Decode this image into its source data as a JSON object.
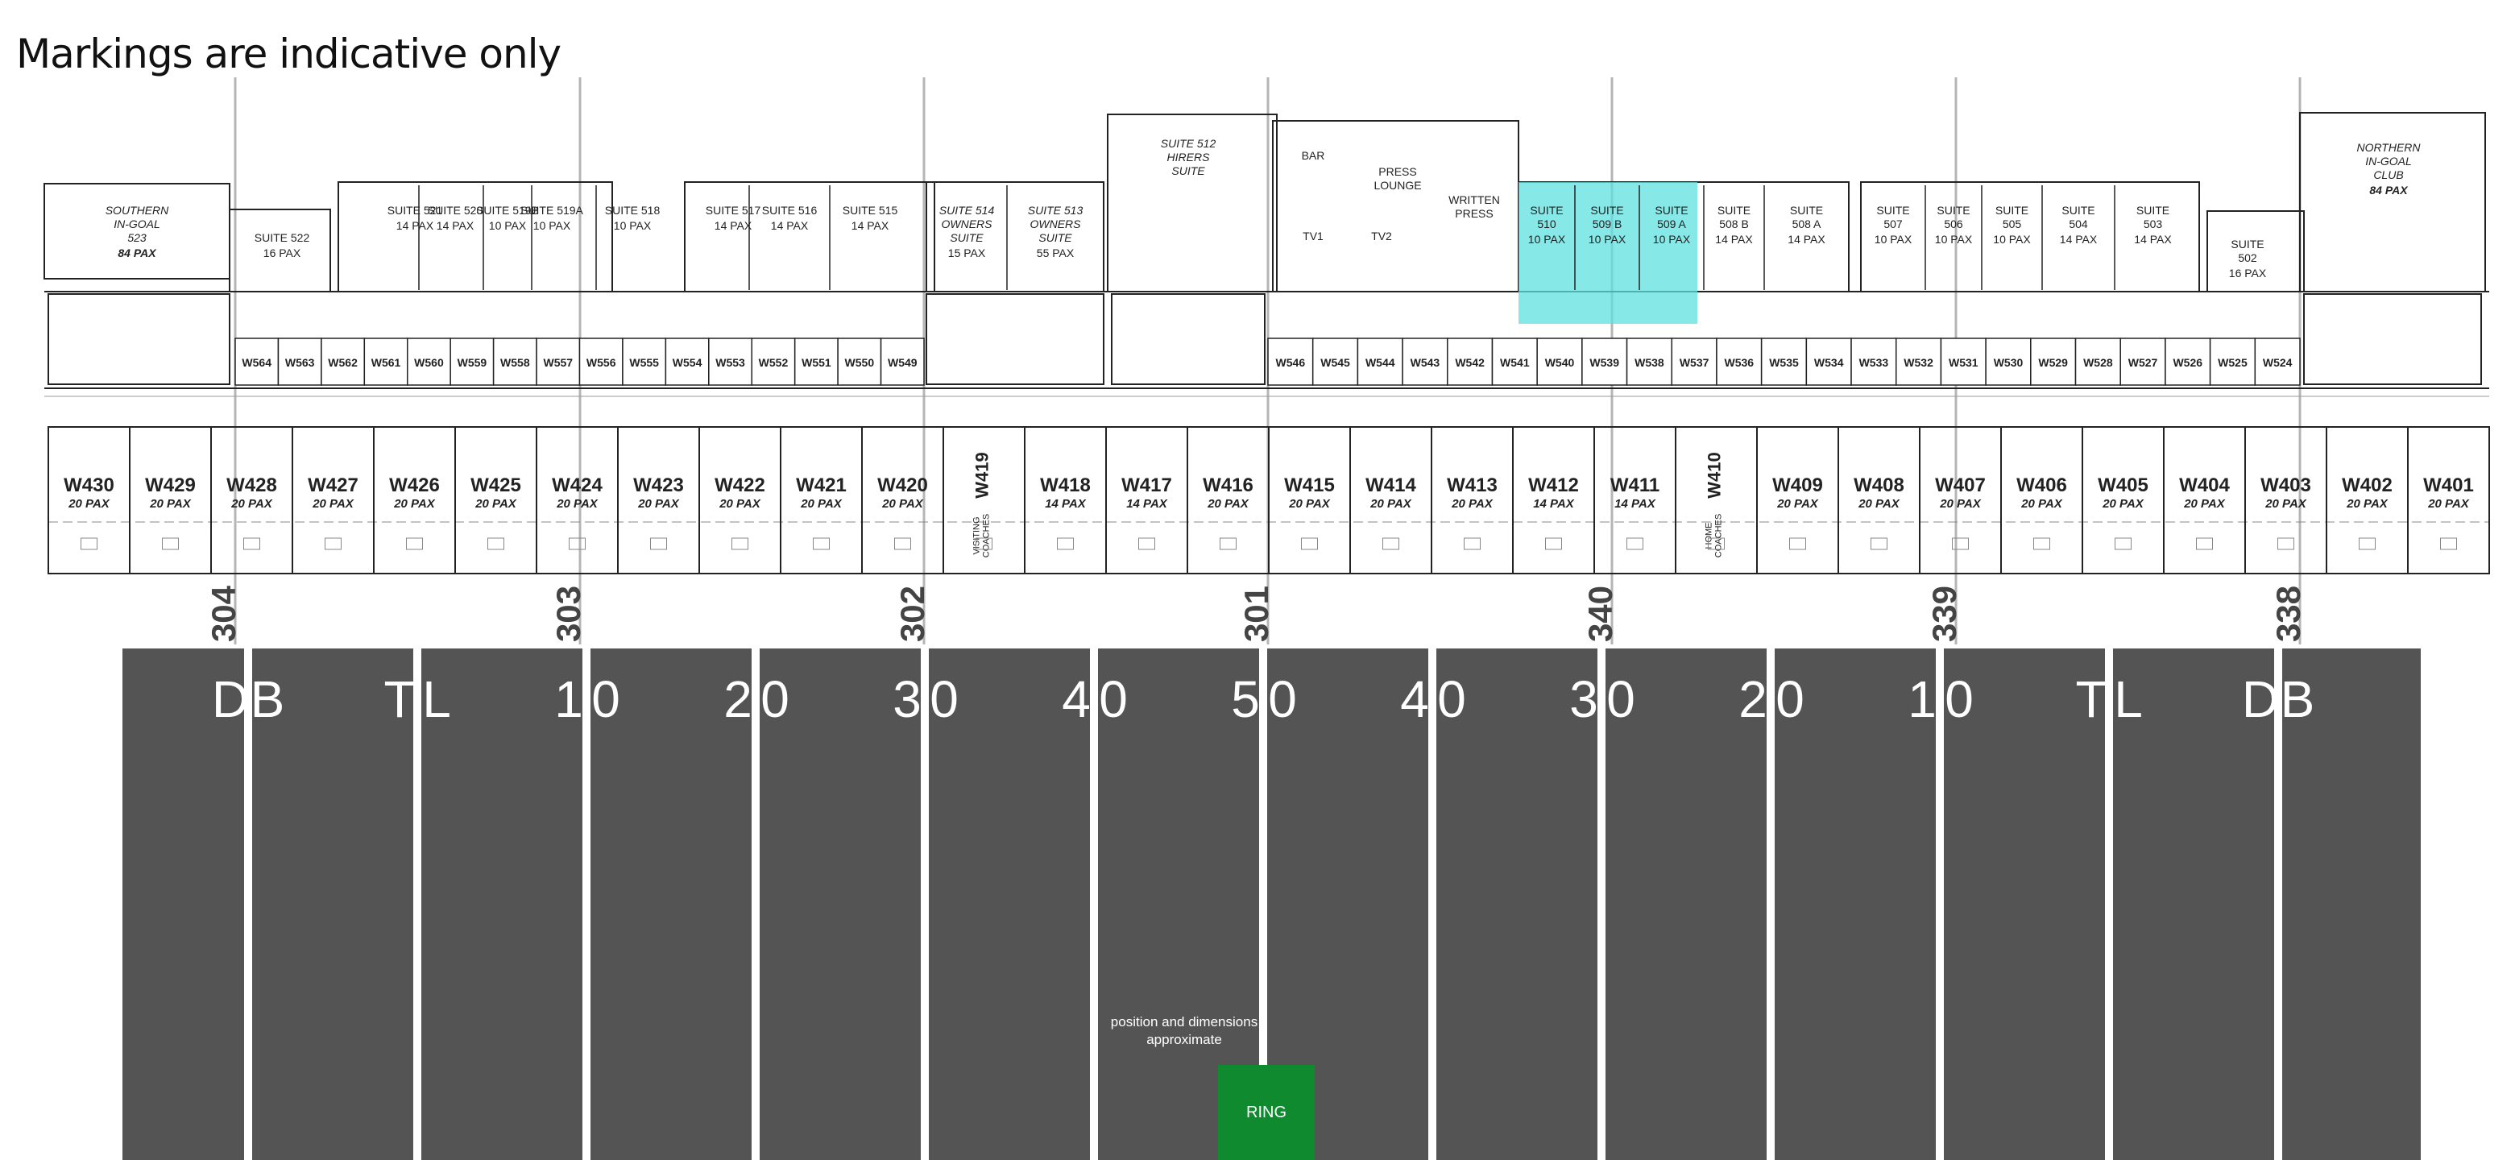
{
  "title": "Markings are indicative only",
  "colors": {
    "field": "#545454",
    "line": "#ffffff",
    "highlight": "#5fe0e0",
    "ring": "#0f8a2e",
    "ink": "#222222"
  },
  "note": "position and dimensions approximate",
  "ring_label": "RING",
  "upper_suites": [
    {
      "name": "SOUTHERN IN-GOAL 523",
      "pax": "84 PAX"
    },
    {
      "name": "SUITE 522",
      "pax": "16 PAX"
    },
    {
      "name": "SUITE 521",
      "pax": "14 PAX"
    },
    {
      "name": "SUITE 520",
      "pax": "14 PAX"
    },
    {
      "name": "SUITE 519B",
      "pax": "10 PAX"
    },
    {
      "name": "SUITE 519A",
      "pax": "10 PAX"
    },
    {
      "name": "SUITE 518",
      "pax": "10 PAX"
    },
    {
      "name": "SUITE 517",
      "pax": "14 PAX"
    },
    {
      "name": "SUITE 516",
      "pax": "14 PAX"
    },
    {
      "name": "SUITE 515",
      "pax": "14 PAX"
    },
    {
      "name": "SUITE 514 OWNERS SUITE",
      "pax": "15 PAX"
    },
    {
      "name": "SUITE 513 OWNERS SUITE",
      "pax": "55 PAX"
    },
    {
      "name": "SUITE 512 HIRERS SUITE",
      "pax": ""
    },
    {
      "name": "BAR",
      "pax": ""
    },
    {
      "name": "PRESS LOUNGE",
      "pax": ""
    },
    {
      "name": "WRITTEN PRESS",
      "pax": ""
    },
    {
      "name": "TV1",
      "pax": ""
    },
    {
      "name": "TV2",
      "pax": ""
    },
    {
      "name": "SUITE 510",
      "pax": "10 PAX"
    },
    {
      "name": "SUITE 509 B",
      "pax": "10 PAX"
    },
    {
      "name": "SUITE 509 A",
      "pax": "10 PAX"
    },
    {
      "name": "SUITE 508 B",
      "pax": "14 PAX"
    },
    {
      "name": "SUITE 508 A",
      "pax": "14 PAX"
    },
    {
      "name": "SUITE 507",
      "pax": "10 PAX"
    },
    {
      "name": "SUITE 506",
      "pax": "10 PAX"
    },
    {
      "name": "SUITE 505",
      "pax": "10 PAX"
    },
    {
      "name": "SUITE 504",
      "pax": "14 PAX"
    },
    {
      "name": "SUITE 503",
      "pax": "14 PAX"
    },
    {
      "name": "SUITE 502",
      "pax": "16 PAX"
    },
    {
      "name": "NORTHERN IN-GOAL CLUB",
      "pax": "84 PAX"
    }
  ],
  "highlighted_suites": [
    "SUITE 510",
    "SUITE 509 B",
    "SUITE 509 A"
  ],
  "upper_seats_left": [
    "W564",
    "W563",
    "W562",
    "W561",
    "W560",
    "W559",
    "W558",
    "W557",
    "W556",
    "W555",
    "W554",
    "W553",
    "W552",
    "W551",
    "W550",
    "W549"
  ],
  "upper_seats_right": [
    "W546",
    "W545",
    "W544",
    "W543",
    "W542",
    "W541",
    "W540",
    "W539",
    "W538",
    "W537",
    "W536",
    "W535",
    "W534",
    "W533",
    "W532",
    "W531",
    "W530",
    "W529",
    "W528",
    "W527",
    "W526",
    "W525",
    "W524"
  ],
  "boxes": [
    {
      "id": "W430",
      "pax": "20 PAX"
    },
    {
      "id": "W429",
      "pax": "20 PAX"
    },
    {
      "id": "W428",
      "pax": "20 PAX"
    },
    {
      "id": "W427",
      "pax": "20 PAX"
    },
    {
      "id": "W426",
      "pax": "20 PAX"
    },
    {
      "id": "W425",
      "pax": "20 PAX"
    },
    {
      "id": "W424",
      "pax": "20 PAX"
    },
    {
      "id": "W423",
      "pax": "20 PAX"
    },
    {
      "id": "W422",
      "pax": "20 PAX"
    },
    {
      "id": "W421",
      "pax": "20 PAX"
    },
    {
      "id": "W420",
      "pax": "20 PAX"
    },
    {
      "id": "W419",
      "pax": "VISITING COACHES"
    },
    {
      "id": "W418",
      "pax": "14 PAX"
    },
    {
      "id": "W417",
      "pax": "14 PAX"
    },
    {
      "id": "W416",
      "pax": "20 PAX"
    },
    {
      "id": "W415",
      "pax": "20 PAX"
    },
    {
      "id": "W414",
      "pax": "20 PAX"
    },
    {
      "id": "W413",
      "pax": "20 PAX"
    },
    {
      "id": "W412",
      "pax": "14 PAX"
    },
    {
      "id": "W411",
      "pax": "14 PAX"
    },
    {
      "id": "W410",
      "pax": "HOME COACHES"
    },
    {
      "id": "W409",
      "pax": "20 PAX"
    },
    {
      "id": "W408",
      "pax": "20 PAX"
    },
    {
      "id": "W407",
      "pax": "20 PAX"
    },
    {
      "id": "W406",
      "pax": "20 PAX"
    },
    {
      "id": "W405",
      "pax": "20 PAX"
    },
    {
      "id": "W404",
      "pax": "20 PAX"
    },
    {
      "id": "W403",
      "pax": "20 PAX"
    },
    {
      "id": "W402",
      "pax": "20 PAX"
    },
    {
      "id": "W401",
      "pax": "20 PAX"
    }
  ],
  "gates": [
    "304",
    "303",
    "302",
    "301",
    "340",
    "339",
    "338"
  ],
  "yard_marks": [
    "D",
    "B",
    "T",
    "L",
    "1",
    "0",
    "2",
    "0",
    "3",
    "0",
    "4",
    "0",
    "5",
    "0",
    "4",
    "0",
    "3",
    "0",
    "2",
    "0",
    "1",
    "0",
    "T",
    "L",
    "D",
    "B"
  ]
}
